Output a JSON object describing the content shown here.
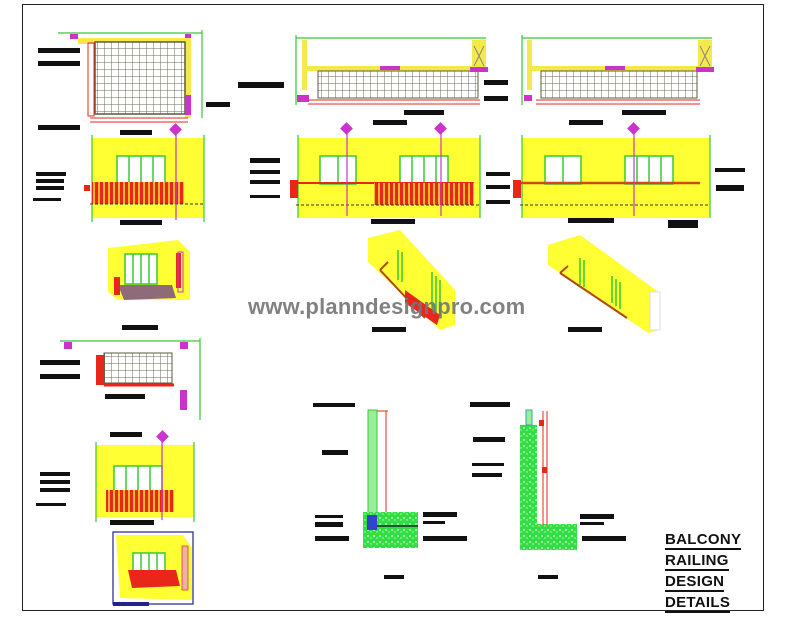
{
  "drawing": {
    "title_lines": [
      "BALCONY",
      "RAILING",
      "DESIGN",
      "DETAILS"
    ],
    "watermark": "www.planndesignpro.com",
    "colors": {
      "frame": "#222222",
      "wall_fill": "#ffff33",
      "railing": "#e8261a",
      "glass_frame": "#33cc33",
      "section_marker": "#cc33cc",
      "dimension_line": "#33cc33",
      "slab_fill": "#33dd44",
      "label_block": "#111111",
      "viewport_border": "#22228a"
    },
    "views": [
      {
        "name": "plan-1",
        "type": "plan",
        "region": "top-left"
      },
      {
        "name": "elevation-1",
        "type": "elevation",
        "region": "left"
      },
      {
        "name": "3d-view-1",
        "type": "isometric",
        "region": "left"
      },
      {
        "name": "plan-2",
        "type": "plan",
        "region": "top-center"
      },
      {
        "name": "elevation-2",
        "type": "elevation",
        "region": "center"
      },
      {
        "name": "3d-view-2",
        "type": "isometric",
        "region": "center"
      },
      {
        "name": "plan-3",
        "type": "plan",
        "region": "top-right"
      },
      {
        "name": "elevation-3",
        "type": "elevation",
        "region": "right"
      },
      {
        "name": "3d-view-3",
        "type": "isometric",
        "region": "right"
      },
      {
        "name": "plan-4",
        "type": "plan",
        "region": "lower-left"
      },
      {
        "name": "elevation-4",
        "type": "elevation",
        "region": "lower-left"
      },
      {
        "name": "3d-view-4",
        "type": "isometric",
        "region": "bottom-left"
      },
      {
        "name": "section-1",
        "type": "section",
        "region": "bottom-center"
      },
      {
        "name": "section-2",
        "type": "section",
        "region": "bottom-center-right"
      }
    ]
  }
}
